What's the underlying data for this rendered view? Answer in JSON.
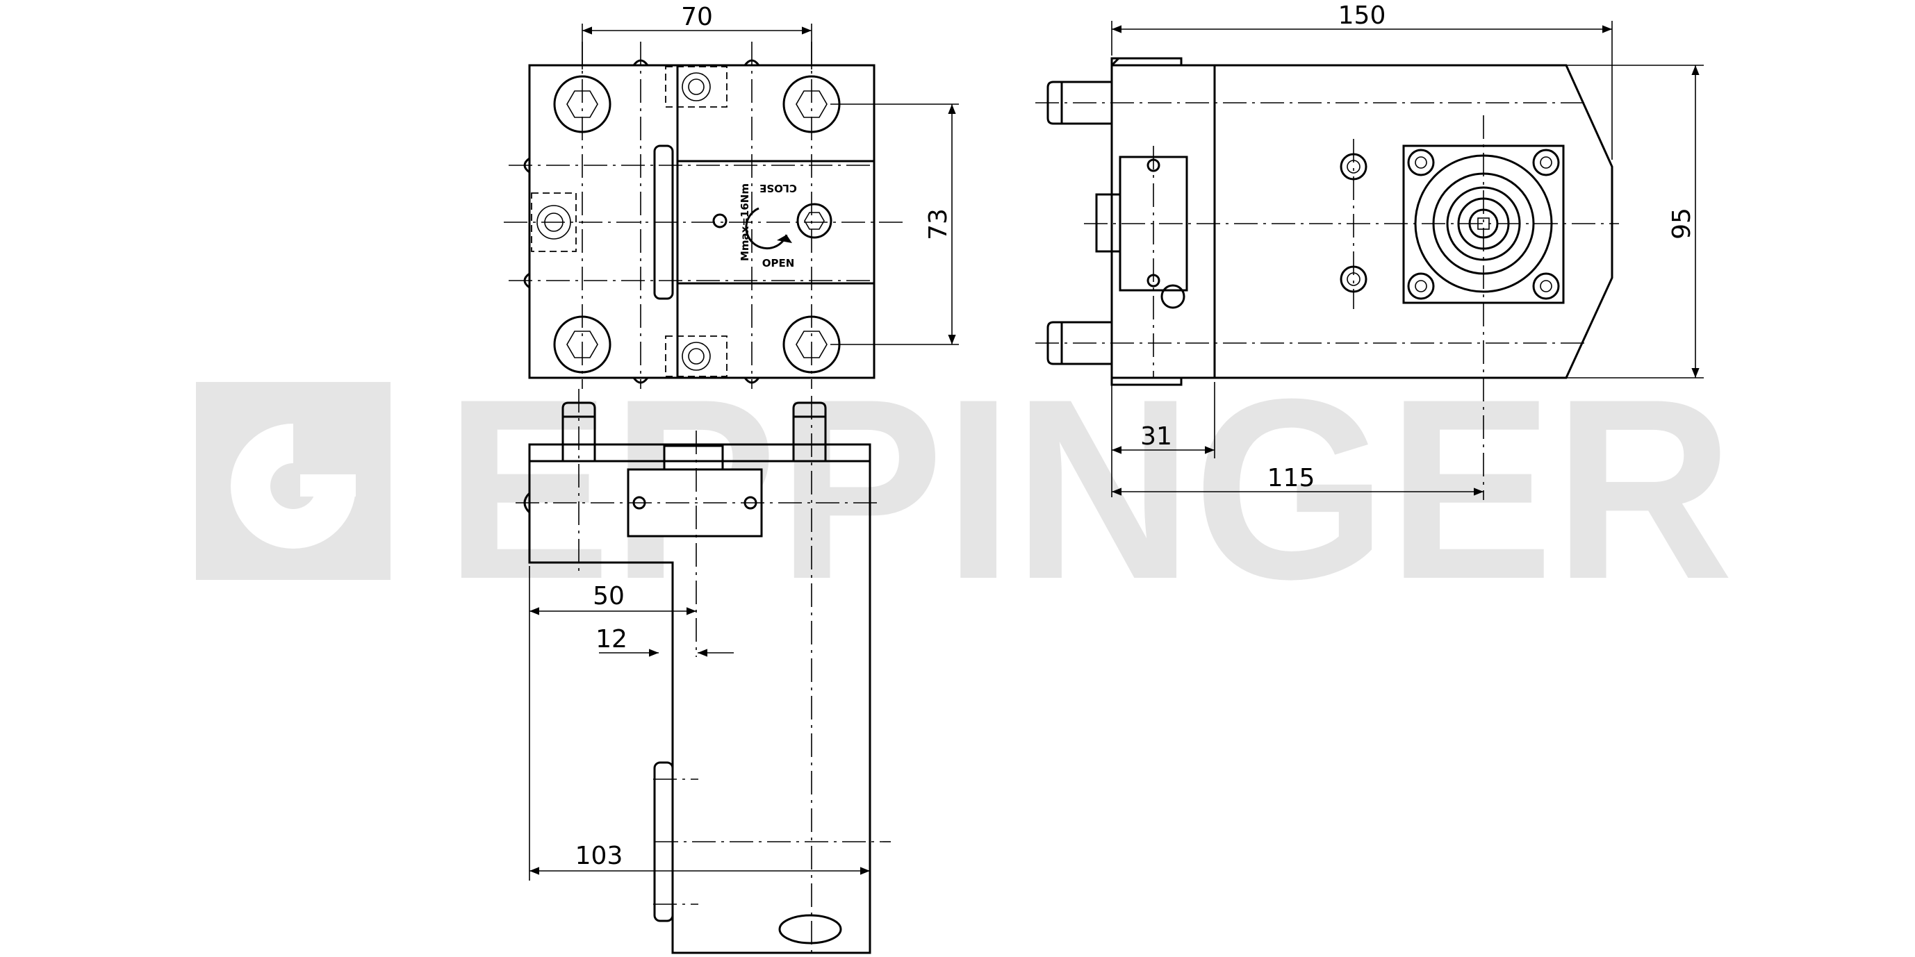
{
  "watermark": {
    "brand": "EPPINGER",
    "color": "#e5e5e5"
  },
  "labels": {
    "close": "CLOSE",
    "open": "OPEN",
    "torque": "Mmax=16Nm"
  },
  "dimensions": {
    "front_width": "70",
    "front_height": "73",
    "side_length": "150",
    "side_height": "95",
    "side_31": "31",
    "side_115": "115",
    "bottom_50": "50",
    "bottom_12": "12",
    "bottom_103": "103"
  }
}
